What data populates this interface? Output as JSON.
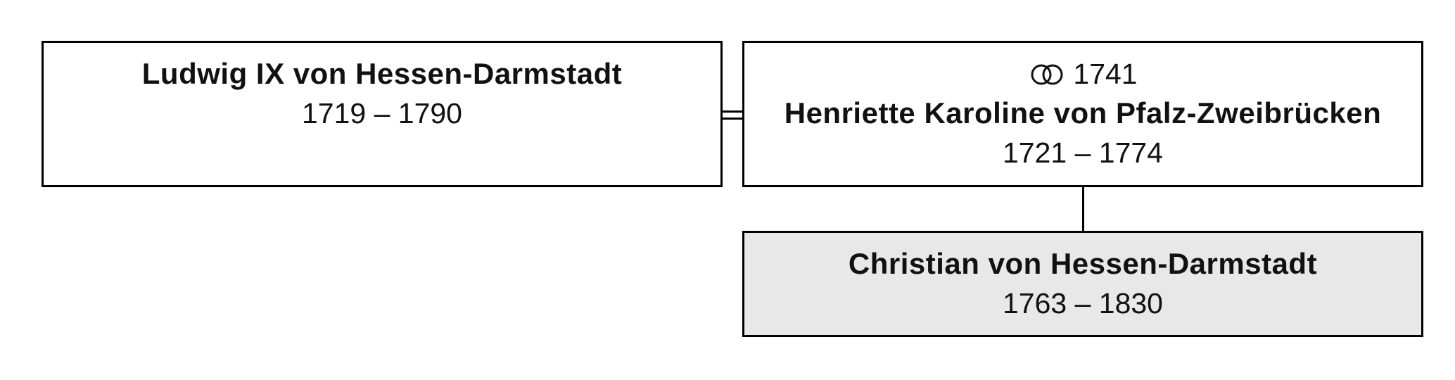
{
  "tree": {
    "father": {
      "name": "Ludwig IX von Hessen-Darmstadt",
      "years": "1719 – 1790"
    },
    "mother": {
      "marriage_year": "1741",
      "marriage_icon": "wedding-rings-icon",
      "name": "Henriette Karoline von Pfalz-Zweibrücken",
      "years": "1721 – 1774"
    },
    "child": {
      "name": "Christian von Hessen-Darmstadt",
      "years": "1763 – 1830",
      "highlight_color": "#e8e8e8"
    }
  }
}
